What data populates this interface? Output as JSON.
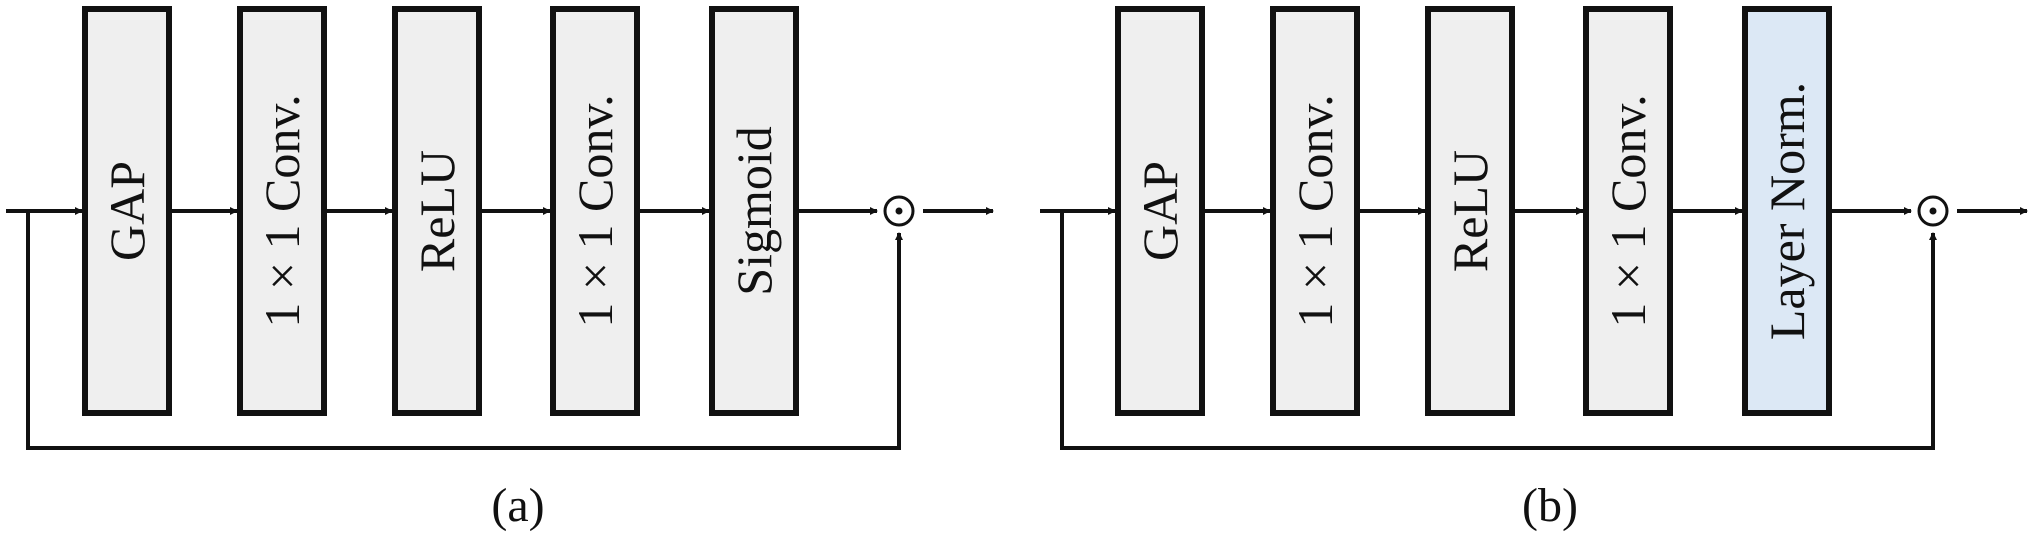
{
  "panels": [
    {
      "caption": "(a)",
      "blocks": [
        "GAP",
        "1 × 1 Conv.",
        "ReLU",
        "1 × 1 Conv.",
        "Sigmoid"
      ],
      "block_fill": "#efefef",
      "final_block_fill": "#efefef",
      "operator": "⊙"
    },
    {
      "caption": "(b)",
      "blocks": [
        "GAP",
        "1 × 1 Conv.",
        "ReLU",
        "1 × 1 Conv.",
        "Layer Norm."
      ],
      "block_fill": "#efefef",
      "final_block_fill": "#dce8f5",
      "operator": "⊙"
    }
  ]
}
